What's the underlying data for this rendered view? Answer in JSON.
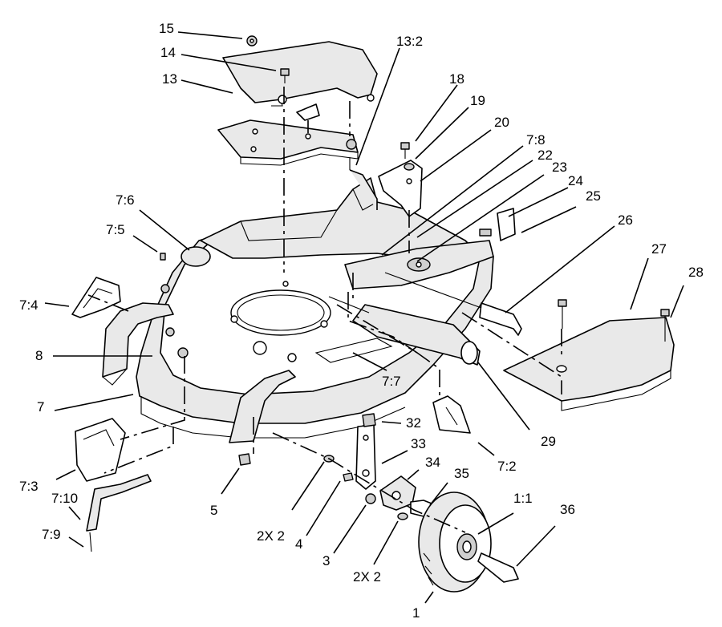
{
  "callouts": [
    {
      "id": "15",
      "text": "15"
    },
    {
      "id": "14",
      "text": "14"
    },
    {
      "id": "13",
      "text": "13"
    },
    {
      "id": "13-2",
      "text": "13:2"
    },
    {
      "id": "18",
      "text": "18"
    },
    {
      "id": "19",
      "text": "19"
    },
    {
      "id": "20",
      "text": "20"
    },
    {
      "id": "7-8",
      "text": "7:8"
    },
    {
      "id": "22",
      "text": "22"
    },
    {
      "id": "23",
      "text": "23"
    },
    {
      "id": "24",
      "text": "24"
    },
    {
      "id": "25",
      "text": "25"
    },
    {
      "id": "26",
      "text": "26"
    },
    {
      "id": "27",
      "text": "27"
    },
    {
      "id": "28",
      "text": "28"
    },
    {
      "id": "7-6",
      "text": "7:6"
    },
    {
      "id": "7-5",
      "text": "7:5"
    },
    {
      "id": "7-4",
      "text": "7:4"
    },
    {
      "id": "8",
      "text": "8"
    },
    {
      "id": "7",
      "text": "7"
    },
    {
      "id": "7-7",
      "text": "7:7"
    },
    {
      "id": "29",
      "text": "29"
    },
    {
      "id": "32",
      "text": "32"
    },
    {
      "id": "33",
      "text": "33"
    },
    {
      "id": "34",
      "text": "34"
    },
    {
      "id": "35",
      "text": "35"
    },
    {
      "id": "7-2",
      "text": "7:2"
    },
    {
      "id": "1-1",
      "text": "1:1"
    },
    {
      "id": "36",
      "text": "36"
    },
    {
      "id": "7-3",
      "text": "7:3"
    },
    {
      "id": "7-10",
      "text": "7:10"
    },
    {
      "id": "5",
      "text": "5"
    },
    {
      "id": "2x2-a",
      "text": "2X 2"
    },
    {
      "id": "4",
      "text": "4"
    },
    {
      "id": "3",
      "text": "3"
    },
    {
      "id": "2x2-b",
      "text": "2X 2"
    },
    {
      "id": "7-9",
      "text": "7:9"
    },
    {
      "id": "1",
      "text": "1"
    }
  ]
}
